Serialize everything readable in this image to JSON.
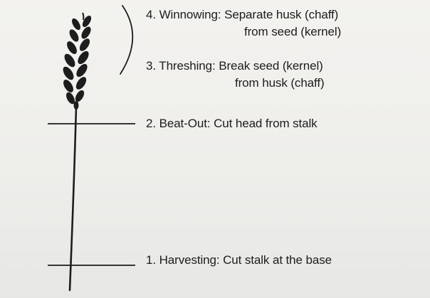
{
  "colors": {
    "ink": "#1d1d1d",
    "paper": "#efeeeb"
  },
  "icon": "wheat-stalk-icon",
  "steps": [
    {
      "line1": "4. Winnowing: Separate husk (chaff)",
      "line2": "from seed (kernel)"
    },
    {
      "line1": "3. Threshing: Break seed (kernel)",
      "line2": "from husk (chaff)"
    },
    {
      "line1": "2. Beat-Out: Cut head from stalk"
    },
    {
      "line1": "1. Harvesting: Cut stalk at the base"
    }
  ]
}
